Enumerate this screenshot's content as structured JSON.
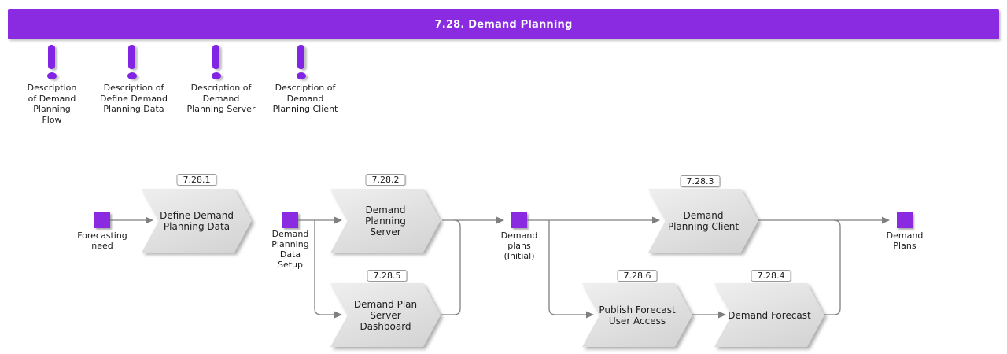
{
  "banner": {
    "title": "7.28. Demand Planning"
  },
  "colors": {
    "accent": "#8a2be2",
    "step_fill": "#d9d9d9",
    "line": "#7f7f7f"
  },
  "notes": [
    {
      "label": "Description\nof Demand\nPlanning\nFlow"
    },
    {
      "label": "Description of\nDefine Demand\nPlanning Data"
    },
    {
      "label": "Description of\nDemand\nPlanning Server"
    },
    {
      "label": "Description of\nDemand\nPlanning Client"
    }
  ],
  "events": [
    {
      "label": "Forecasting\nneed"
    },
    {
      "label": "Demand\nPlanning\nData\nSetup"
    },
    {
      "label": "Demand\nplans\n(Initial)"
    },
    {
      "label": "Demand\nPlans"
    }
  ],
  "steps": [
    {
      "id": "7.28.1",
      "label": "Define Demand\nPlanning Data"
    },
    {
      "id": "7.28.2",
      "label": "Demand\nPlanning\nServer"
    },
    {
      "id": "7.28.5",
      "label": "Demand Plan\nServer\nDashboard"
    },
    {
      "id": "7.28.3",
      "label": "Demand\nPlanning Client"
    },
    {
      "id": "7.28.6",
      "label": "Publish Forecast\nUser Access"
    },
    {
      "id": "7.28.4",
      "label": "Demand Forecast"
    }
  ]
}
